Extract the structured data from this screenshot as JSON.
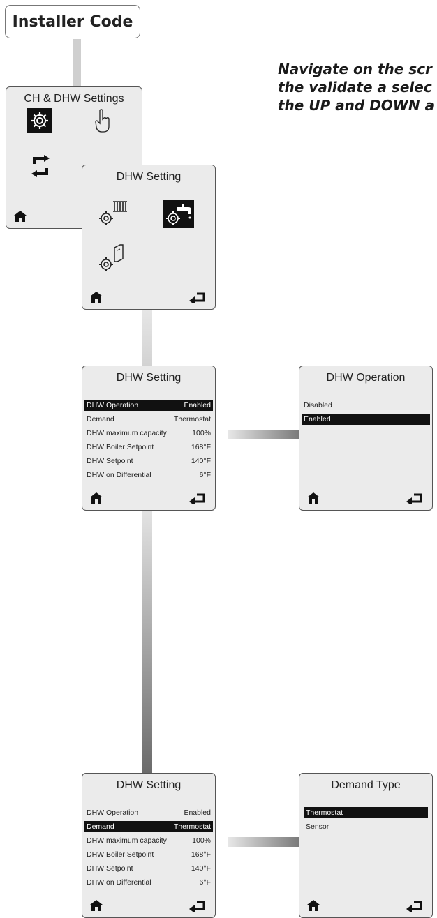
{
  "installer": {
    "label": "Installer Code"
  },
  "note": {
    "lines": [
      "Navigate on the scr",
      "the validate a selec",
      "the UP and DOWN a"
    ]
  },
  "screen_ch": {
    "title": "CH & DHW Settings"
  },
  "screen_dhw_icons": {
    "title": "DHW Setting"
  },
  "screen_dhw_list1": {
    "title": "DHW Setting",
    "rows": [
      {
        "label": "DHW Operation",
        "value": "Enabled"
      },
      {
        "label": "Demand",
        "value": "Thermostat"
      },
      {
        "label": "DHW maximum capacity",
        "value": "100%"
      },
      {
        "label": "DHW Boiler Setpoint",
        "value": "168°F"
      },
      {
        "label": "DHW Setpoint",
        "value": "140°F"
      },
      {
        "label": "DHW on Differential",
        "value": "6°F"
      }
    ]
  },
  "screen_dhw_operation": {
    "title": "DHW Operation",
    "options": [
      "Disabled",
      "Enabled"
    ]
  },
  "screen_dhw_list2": {
    "title": "DHW Setting",
    "rows": [
      {
        "label": "DHW Operation",
        "value": "Enabled"
      },
      {
        "label": "Demand",
        "value": "Thermostat"
      },
      {
        "label": "DHW maximum capacity",
        "value": "100%"
      },
      {
        "label": "DHW Boiler Setpoint",
        "value": "168°F"
      },
      {
        "label": "DHW Setpoint",
        "value": "140°F"
      },
      {
        "label": "DHW on Differential",
        "value": "6°F"
      }
    ]
  },
  "screen_demand_type": {
    "title": "Demand Type",
    "options": [
      "Thermostat",
      "Sensor"
    ]
  },
  "icons": {
    "home": "home-icon",
    "back": "back-arrow-icon",
    "gear": "gear-icon",
    "hand": "hand-pointer-icon",
    "refresh": "refresh-icon",
    "radiator_gear": "radiator-gear-icon",
    "tap_gear": "tap-gear-icon",
    "tank_gear": "tank-gear-icon"
  },
  "colors": {
    "selection": "#111111",
    "screen_bg": "#ebebeb"
  }
}
